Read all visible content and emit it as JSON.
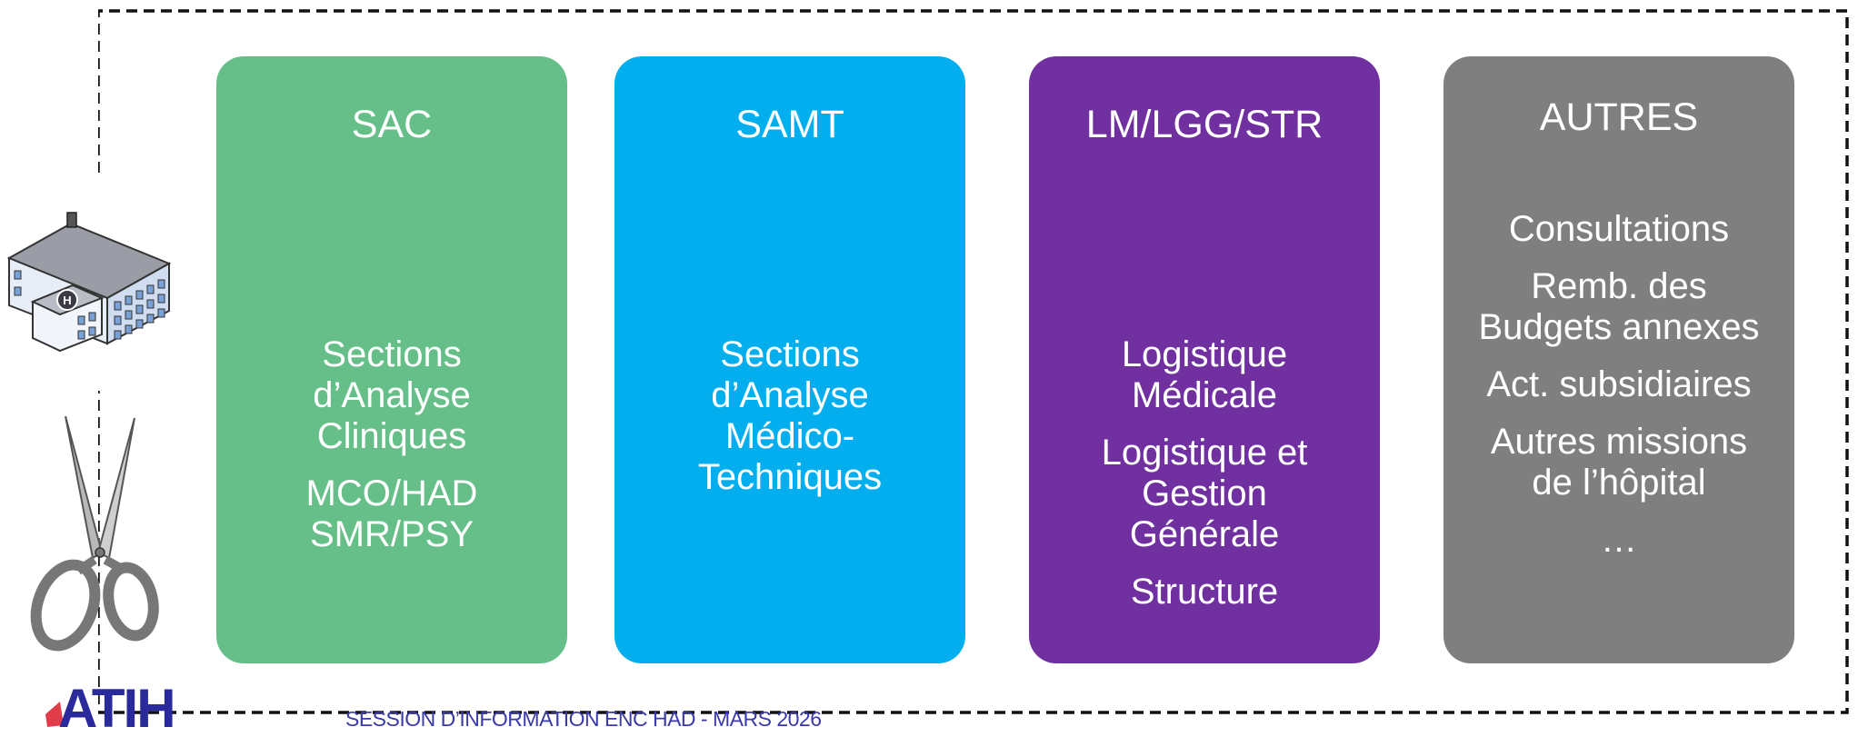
{
  "cards": [
    {
      "title": "SAC",
      "lines": [
        [
          "Sections",
          "d’Analyse",
          "Cliniques"
        ],
        [
          "MCO/HAD",
          "SMR/PSY"
        ]
      ],
      "color": "#66bf88"
    },
    {
      "title": "SAMT",
      "lines": [
        [
          "Sections",
          "d’Analyse",
          "Médico-",
          "Techniques"
        ]
      ],
      "color": "#03aeee"
    },
    {
      "title": "LM/LGG/STR",
      "lines": [
        [
          "Logistique",
          "Médicale"
        ],
        [
          "Logistique et",
          "Gestion",
          "Générale"
        ],
        [
          "Structure"
        ]
      ],
      "color": "#7030a0"
    },
    {
      "title": "AUTRES",
      "lines": [
        [
          "Consultations"
        ],
        [
          "Remb. des",
          "Budgets annexes"
        ],
        [
          "Act. subsidiaires"
        ],
        [
          "Autres missions",
          "de l’hôpital"
        ],
        [
          "…"
        ]
      ],
      "color": "#7f7f7f"
    }
  ],
  "logo": {
    "text": "ATIH"
  },
  "footer": {
    "text": "SESSION D’INFORMATION ENC HAD - MARS 2026"
  },
  "icons": [
    "hospital-icon",
    "scissors-icon",
    "atih-logo"
  ]
}
